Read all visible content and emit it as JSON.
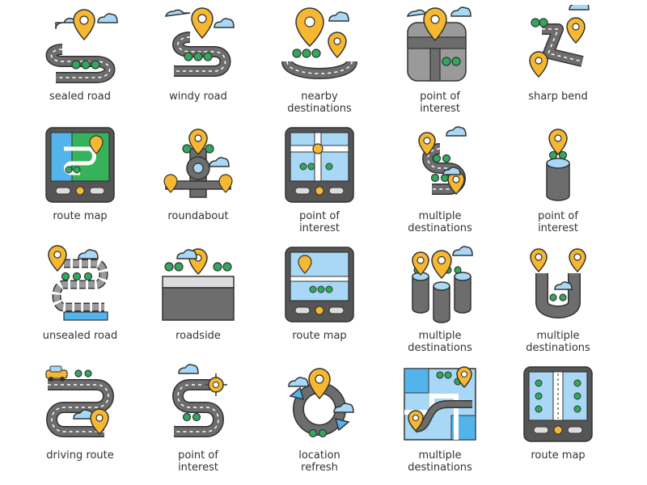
{
  "colors": {
    "outline": "#333333",
    "road": "#6d6d6d",
    "road_dark": "#4a4a4a",
    "pin": "#f6b731",
    "tree": "#2faa5d",
    "sky": "#a8d8f5",
    "sky_blue": "#53b4ec",
    "map_green": "#36b35a",
    "device": "#555555"
  },
  "icons": [
    {
      "icon": "sealed-road-icon",
      "lines": [
        "sealed road"
      ]
    },
    {
      "icon": "windy-road-icon",
      "lines": [
        "windy road"
      ]
    },
    {
      "icon": "nearby-destinations-icon",
      "lines": [
        "nearby",
        "destinations"
      ]
    },
    {
      "icon": "point-of-interest-map-icon",
      "lines": [
        "point of",
        "interest"
      ]
    },
    {
      "icon": "sharp-bend-icon",
      "lines": [
        "sharp bend"
      ]
    },
    {
      "icon": "route-map-device-icon",
      "lines": [
        "route map"
      ]
    },
    {
      "icon": "roundabout-icon",
      "lines": [
        "roundabout"
      ]
    },
    {
      "icon": "point-of-interest-device-icon",
      "lines": [
        "point of",
        "interest"
      ]
    },
    {
      "icon": "multiple-destinations-road-icon",
      "lines": [
        "multiple",
        "destinations"
      ]
    },
    {
      "icon": "point-of-interest-cylinder-icon",
      "lines": [
        "point of",
        "interest"
      ]
    },
    {
      "icon": "unsealed-road-icon",
      "lines": [
        "unsealed road"
      ]
    },
    {
      "icon": "roadside-icon",
      "lines": [
        "roadside"
      ]
    },
    {
      "icon": "route-map-screen-icon",
      "lines": [
        "route map"
      ]
    },
    {
      "icon": "multiple-destinations-cylinders-icon",
      "lines": [
        "multiple",
        "destinations"
      ]
    },
    {
      "icon": "multiple-destinations-ushape-icon",
      "lines": [
        "multiple",
        "destinations"
      ]
    },
    {
      "icon": "driving-route-icon",
      "lines": [
        "driving route"
      ]
    },
    {
      "icon": "point-of-interest-road-icon",
      "lines": [
        "point of",
        "interest"
      ]
    },
    {
      "icon": "location-refresh-icon",
      "lines": [
        "location",
        "refresh"
      ]
    },
    {
      "icon": "multiple-destinations-map-icon",
      "lines": [
        "multiple",
        "destinations"
      ]
    },
    {
      "icon": "route-map-tablet-icon",
      "lines": [
        "route map"
      ]
    }
  ]
}
